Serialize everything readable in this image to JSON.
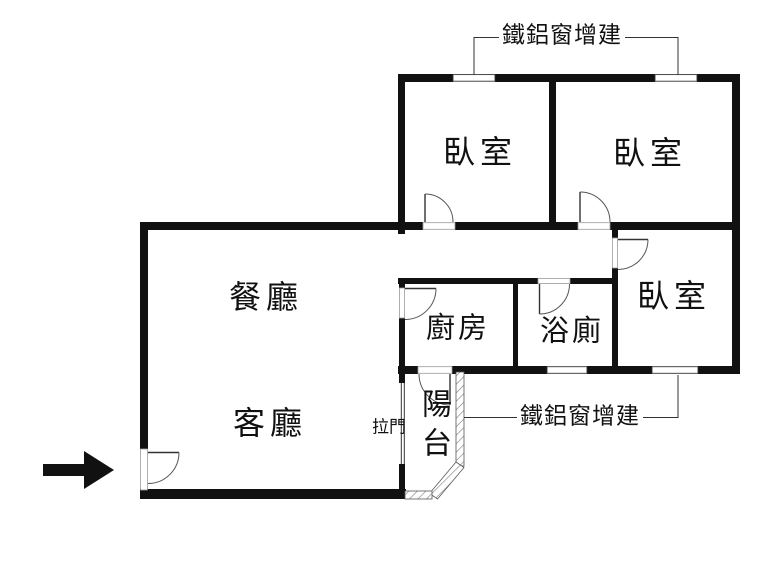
{
  "title": "apartment-floor-plan",
  "colors": {
    "background": "#ffffff",
    "wall": "#111111",
    "line": "#333333",
    "ink": "#111111"
  },
  "rooms": {
    "bedroom1": "臥室",
    "bedroom2": "臥室",
    "bedroom3": "臥室",
    "dining": "餐廳",
    "living": "客廳",
    "kitchen": "廚房",
    "bathroom": "浴廁",
    "balcony": "陽台"
  },
  "annotations": {
    "window_note_top": "鐵鋁窗增建",
    "window_note_bottom": "鐵鋁窗增建",
    "sliding_door": "拉門"
  },
  "icons": {
    "entrance_arrow": "right-arrow"
  }
}
